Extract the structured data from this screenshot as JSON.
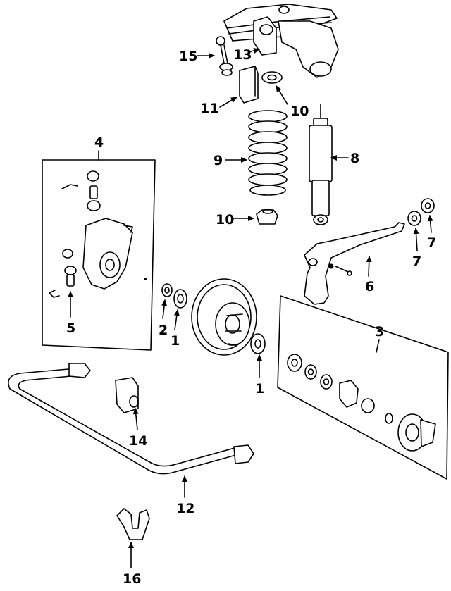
{
  "callouts": {
    "c1a": "1",
    "c1b": "1",
    "c2": "2",
    "c3": "3",
    "c4": "4",
    "c5": "5",
    "c6": "6",
    "c7a": "7",
    "c7b": "7",
    "c8": "8",
    "c9": "9",
    "c10a": "10",
    "c10b": "10",
    "c11": "11",
    "c12": "12",
    "c13": "13",
    "c14": "14",
    "c15": "15",
    "c16": "16"
  }
}
